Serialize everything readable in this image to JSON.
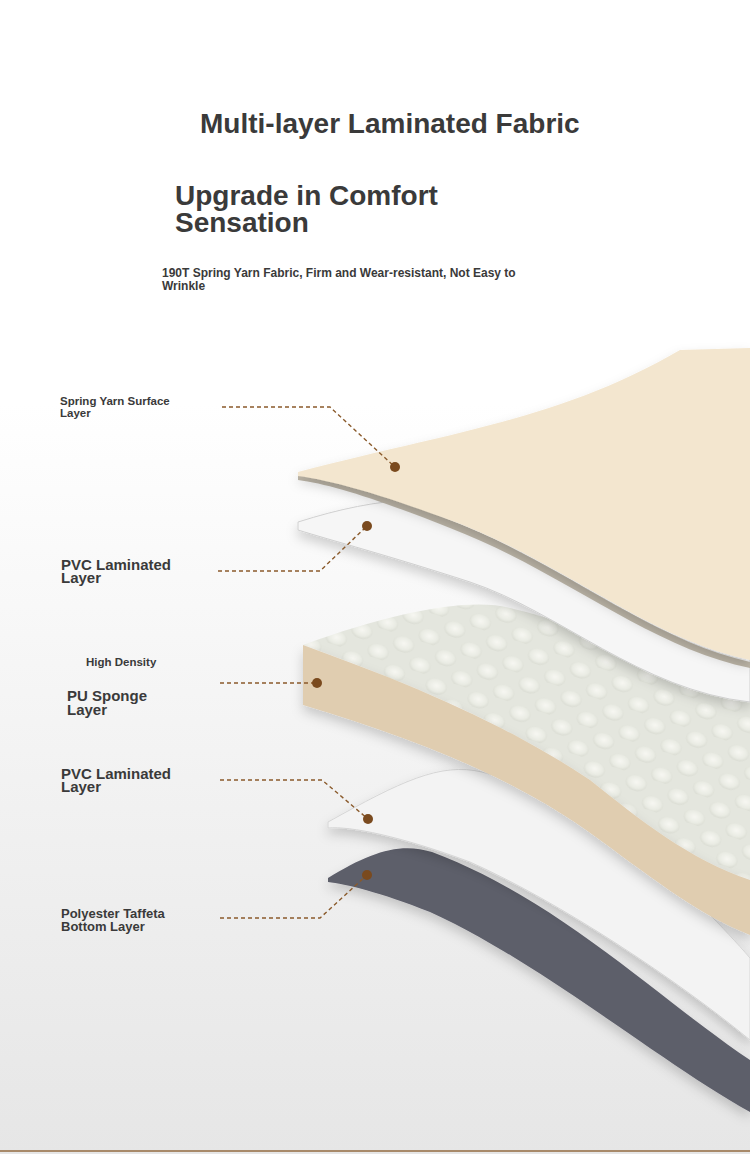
{
  "diagram": {
    "title": "Multi-layer Laminated Fabric",
    "labels": [
      "Upgrade in Comfort Sensation",
      "190T Spring Yarn Fabric, Firm and Wear-resistant, Not Easy to Wrinkle",
      "Spring Yarn Surface Layer",
      "PVC Laminated Layer",
      "High Density",
      "PU Sponge Layer",
      "PVC Laminated Layer",
      "Polyester Taffeta Bottom Layer"
    ]
  }
}
